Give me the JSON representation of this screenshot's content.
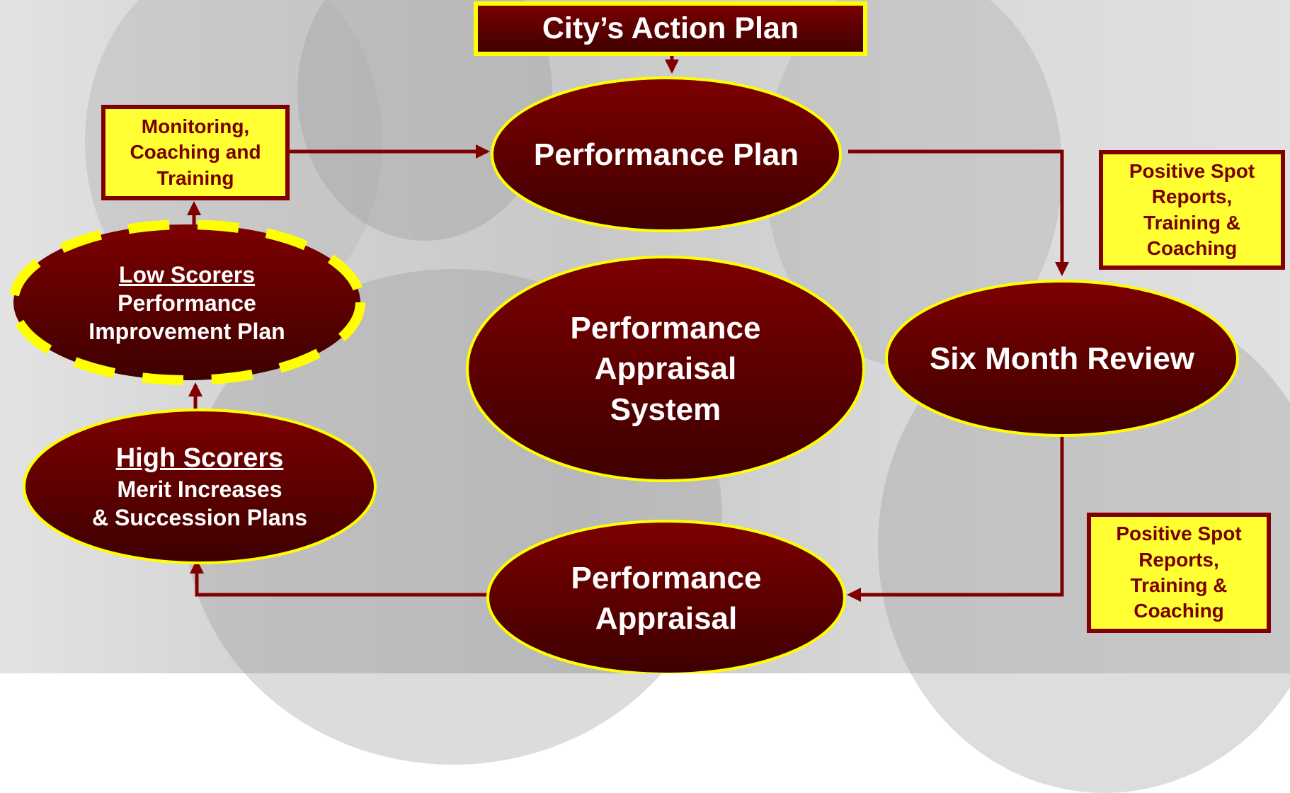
{
  "colors": {
    "node_fill_top": "#7d0000",
    "node_fill_bottom": "#3d0000",
    "node_border": "#ffff00",
    "note_fill": "#ffff33",
    "note_border": "#800000",
    "arrow": "#800000"
  },
  "header": {
    "title": "City’s Action Plan"
  },
  "nodes": {
    "performance_plan": "Performance Plan",
    "center": [
      "Performance",
      "Appraisal",
      "System"
    ],
    "six_month_review": "Six Month Review",
    "performance_appraisal": [
      "Performance",
      "Appraisal"
    ],
    "high_scorers": {
      "title": "High Scorers",
      "lines": [
        "Merit Increases",
        "& Succession Plans"
      ]
    },
    "low_scorers": {
      "title": "Low Scorers",
      "lines": [
        "Performance",
        "Improvement Plan"
      ]
    }
  },
  "notes": {
    "monitoring": [
      "Monitoring,",
      "Coaching and",
      "Training"
    ],
    "spot_reports_top": [
      "Positive Spot",
      "Reports,",
      "Training &",
      "Coaching"
    ],
    "spot_reports_bottom": [
      "Positive Spot",
      "Reports,",
      "Training &",
      "Coaching"
    ]
  }
}
